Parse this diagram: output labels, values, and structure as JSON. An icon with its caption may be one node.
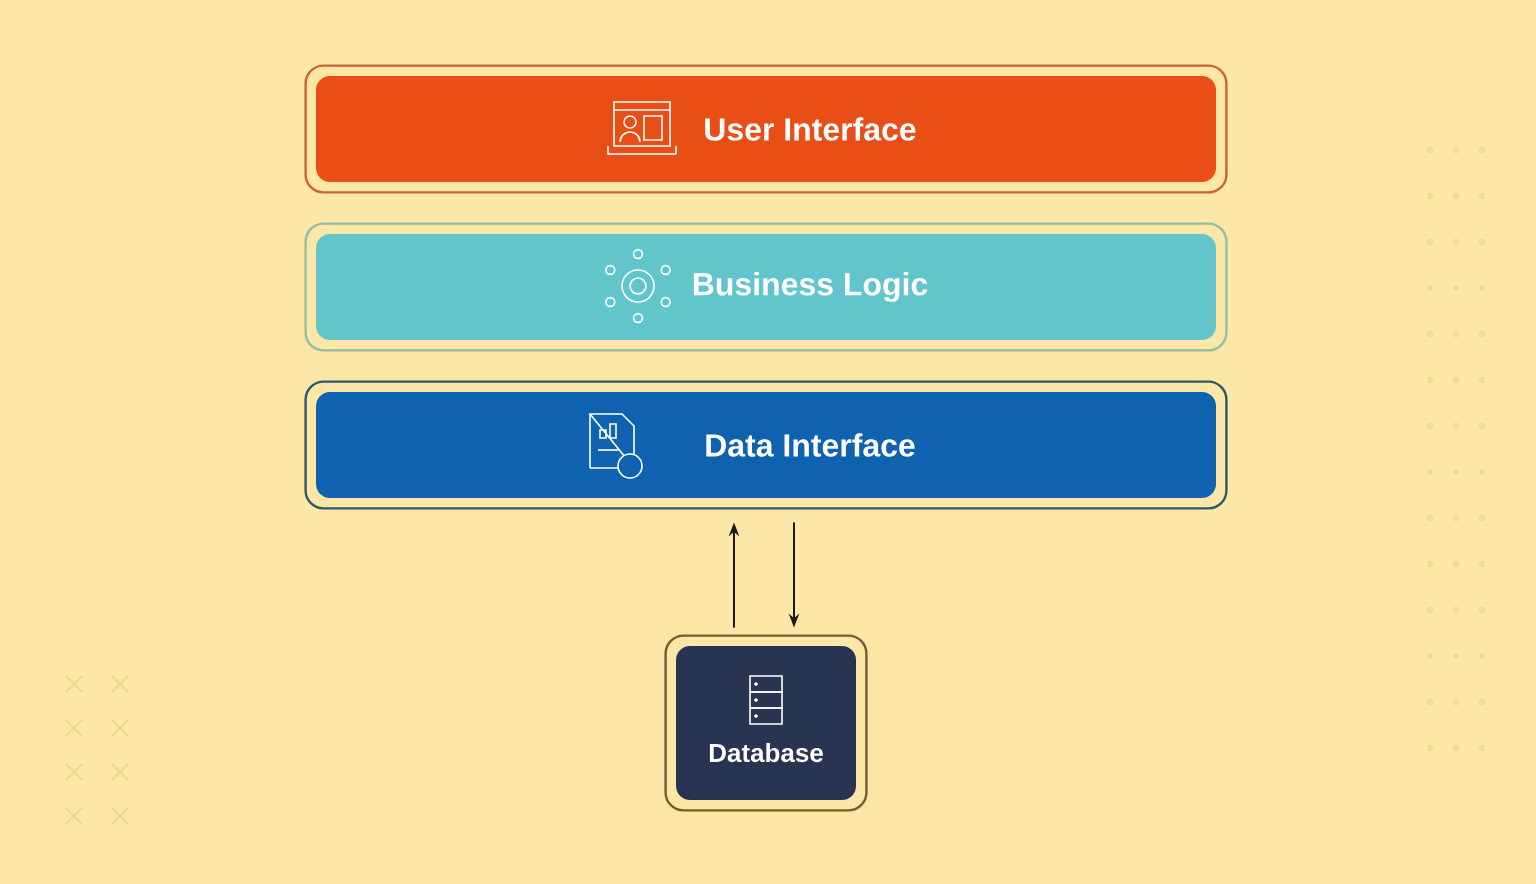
{
  "diagram": {
    "nodes": [
      {
        "text": [
          "User Interface"
        ]
      },
      {
        "text": [
          "Business Logic"
        ]
      },
      {
        "text": [
          "Data Interface"
        ]
      },
      {
        "text": [
          "Database"
        ]
      }
    ],
    "edges": [
      {
        "from": 3,
        "to": 2,
        "arrow": "to"
      },
      {
        "from": 2,
        "to": 3,
        "arrow": "to"
      }
    ]
  }
}
